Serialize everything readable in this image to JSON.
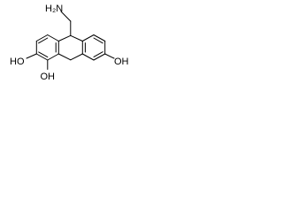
{
  "diagram": {
    "type": "chemical-structure",
    "labels": {
      "amine_group": "H₂N",
      "hydroxyl_left": "HO",
      "hydroxyl_bottom": "OH",
      "hydroxyl_right": "OH"
    }
  }
}
